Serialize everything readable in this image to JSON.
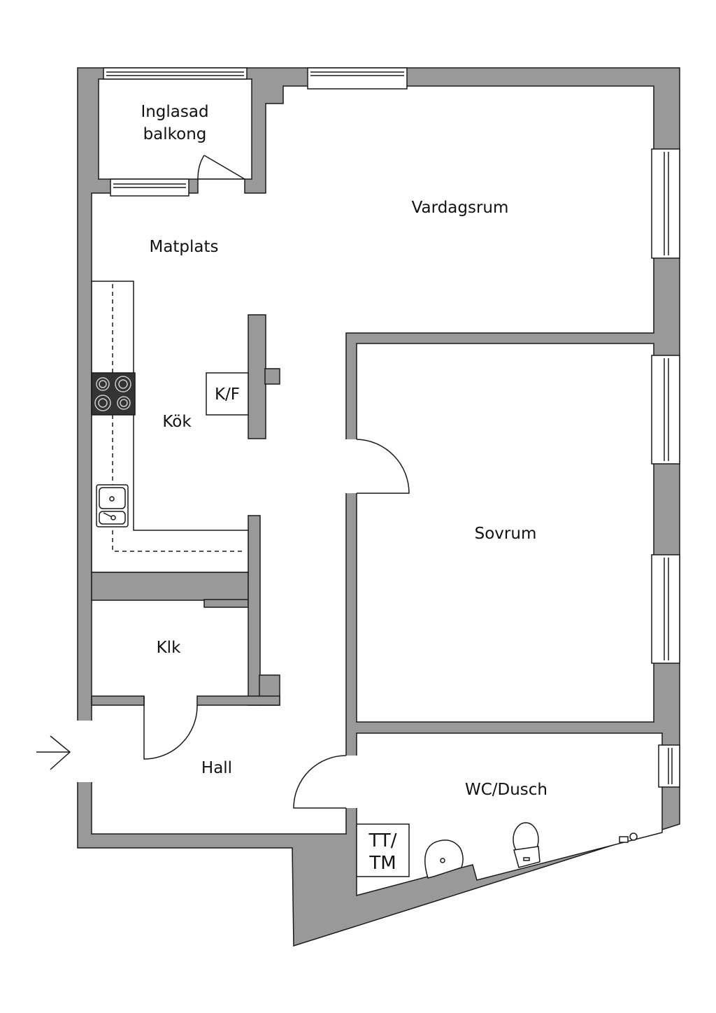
{
  "colors": {
    "wall": "#999999",
    "outline": "#1a1a1a",
    "stove": "#333333"
  },
  "rooms": {
    "balcony": "Inglasad\nbalkong",
    "living": "Vardagsrum",
    "dining": "Matplats",
    "kitchen": "Kök",
    "fridge": "K/F",
    "bedroom": "Sovrum",
    "closet": "Klk",
    "hall": "Hall",
    "bathroom": "WC/Dusch",
    "laundry": "TT/\nTM"
  },
  "icons": [
    "entrance-arrow-icon",
    "stove-icon",
    "sink-icon",
    "washbasin-icon",
    "toilet-icon",
    "shower-icon"
  ]
}
